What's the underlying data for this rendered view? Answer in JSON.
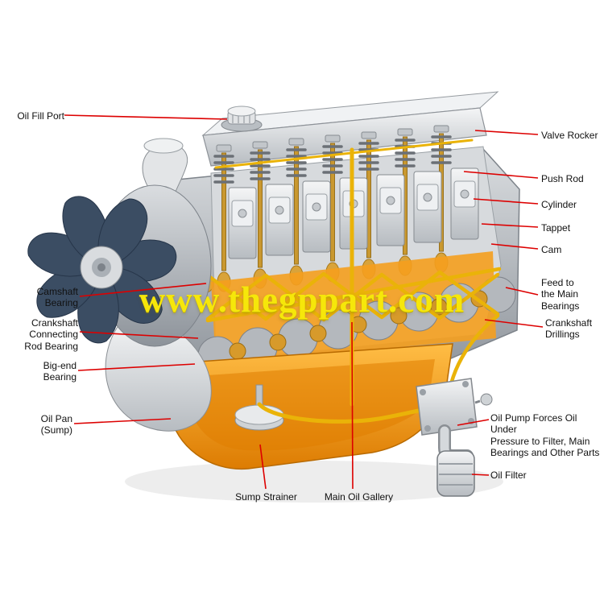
{
  "watermark": "www.thegppart.com",
  "colors": {
    "leader_line": "#dd0000",
    "watermark": "#f6e70a",
    "oil_yellow": "#eab308",
    "sump_orange": "#f09a1e"
  },
  "labels": {
    "oil_fill_port": "Oil Fill Port",
    "valve_rocker": "Valve Rocker",
    "push_rod": "Push Rod",
    "cylinder": "Cylinder",
    "tappet": "Tappet",
    "cam": "Cam",
    "feed_main_bearings": "Feed to\nthe Main\nBearings",
    "crankshaft_drillings": "Crankshaft\nDrillings",
    "camshaft_bearing": "Camshaft\nBearing",
    "crankshaft_connecting_rod_bearing": "Crankshaft\nConnecting\nRod Bearing",
    "big_end_bearing": "Big-end\nBearing",
    "oil_pan": "Oil Pan\n(Sump)",
    "sump_strainer": "Sump Strainer",
    "main_oil_gallery": "Main Oil Gallery",
    "oil_pump": "Oil Pump Forces Oil Under\nPressure to Filter, Main\nBearings and Other Parts",
    "oil_filter": "Oil Filter"
  }
}
